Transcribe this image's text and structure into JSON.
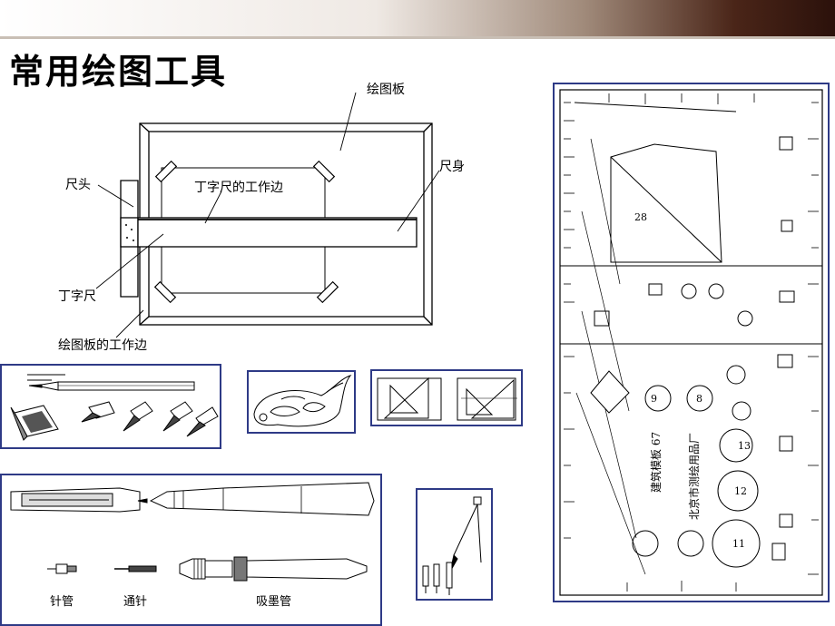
{
  "slide": {
    "title": "常用绘图工具"
  },
  "board_diagram": {
    "label_drawing_board": "绘图板",
    "label_ruler_head": "尺头",
    "label_t_square_working_edge": "丁字尺的工作边",
    "label_ruler_body": "尺身",
    "label_t_square": "丁字尺",
    "label_board_working_edge": "绘图板的工作边"
  },
  "pens_panel": {
    "label_needle_tube": "针管",
    "label_cleaning_needle": "通针",
    "label_ink_absorber": "吸墨管"
  },
  "template_panel": {
    "label_template_name": "建筑模板 67",
    "label_manufacturer": "北京市测绘用品厂"
  },
  "colors": {
    "frame_border": "#2e3a86",
    "header_dark": "#2b110b",
    "header_light": "#efe9e4"
  }
}
